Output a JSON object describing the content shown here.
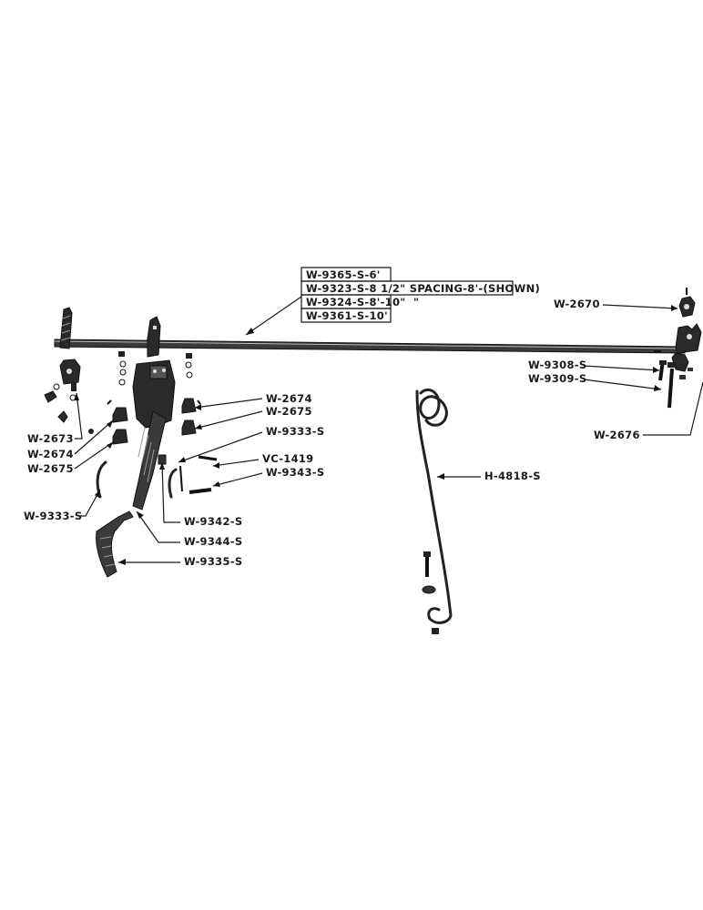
{
  "boxed_labels": [
    "W-9365-S-6'",
    "W-9323-S-8 1/2\" SPACING-8'-(SHOWN)",
    "W-9324-S-8'-10\"",
    "W-9361-S-10'"
  ],
  "ditto_mark": "\"",
  "labels": {
    "w2670": "W-2670",
    "w9308": "W-9308-S",
    "w9309": "W-9309-S",
    "w2676": "W-2676",
    "w2674_right": "W-2674",
    "w2675_right": "W-2675",
    "w9333_right": "W-9333-S",
    "vc1419": "VC-1419",
    "w9343": "W-9343-S",
    "w2673": "W-2673",
    "w2674_left": "W-2674",
    "w2675_left": "W-2675",
    "w9333_left": "W-9333-S",
    "w9342": "W-9342-S",
    "w9344": "W-9344-S",
    "w9335": "W-9335-S",
    "h4818": "H-4818-S"
  }
}
